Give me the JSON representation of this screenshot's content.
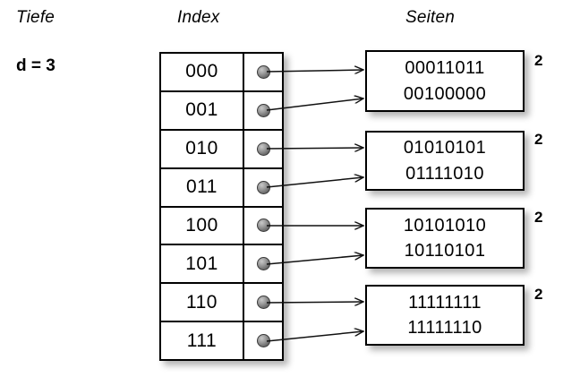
{
  "headings": {
    "depth": "Tiefe",
    "index": "Index",
    "pages": "Seiten"
  },
  "depth": {
    "label": "d = 3"
  },
  "index_table": {
    "rows": [
      {
        "key": "000",
        "pointer": "pointer-dot"
      },
      {
        "key": "001",
        "pointer": "pointer-dot"
      },
      {
        "key": "010",
        "pointer": "pointer-dot"
      },
      {
        "key": "011",
        "pointer": "pointer-dot"
      },
      {
        "key": "100",
        "pointer": "pointer-dot"
      },
      {
        "key": "101",
        "pointer": "pointer-dot"
      },
      {
        "key": "110",
        "pointer": "pointer-dot"
      },
      {
        "key": "111",
        "pointer": "pointer-dot"
      }
    ]
  },
  "pages": [
    {
      "lines": [
        "00011011",
        "00100000"
      ],
      "count": "2"
    },
    {
      "lines": [
        "01010101",
        "01111010"
      ],
      "count": "2"
    },
    {
      "lines": [
        "10101010",
        "10110101"
      ],
      "count": "2"
    },
    {
      "lines": [
        "11111111",
        "11111110"
      ],
      "count": "2"
    }
  ],
  "colors": {
    "background": "#ffffff",
    "stroke": "#000000",
    "dot_light": "#c9c9c9",
    "dot_dark": "#4a4a4a",
    "shadow": "rgba(0,0,0,0.30)"
  },
  "arrows": [
    {
      "from_row": "000",
      "to_page": 0
    },
    {
      "from_row": "001",
      "to_page": 0
    },
    {
      "from_row": "010",
      "to_page": 1
    },
    {
      "from_row": "011",
      "to_page": 1
    },
    {
      "from_row": "100",
      "to_page": 2
    },
    {
      "from_row": "101",
      "to_page": 2
    },
    {
      "from_row": "110",
      "to_page": 3
    },
    {
      "from_row": "111",
      "to_page": 3
    }
  ]
}
